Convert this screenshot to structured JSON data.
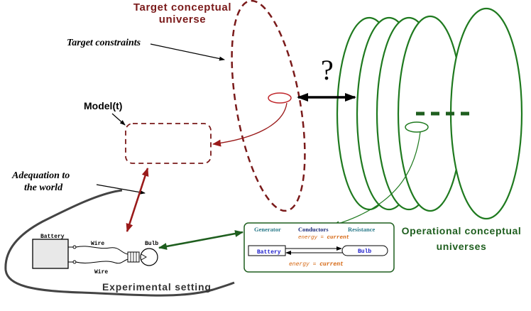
{
  "labels": {
    "target_universe_line1": "Target conceptual",
    "target_universe_line2": "universe",
    "target_constraints": "Target constraints",
    "model": "Model(t)",
    "adequation_line1": "Adequation to",
    "adequation_line2": "the world",
    "question_mark": "?",
    "operational_line1": "Operational conceptual",
    "operational_line2": "universes",
    "experimental_setting": "Experimental setting"
  },
  "circuit": {
    "battery": "Battery",
    "wire_top": "Wire",
    "wire_bottom": "Wire",
    "bulb": "Bulb"
  },
  "concept_box": {
    "generator": "Generator",
    "conductors": "Conductors",
    "resistance": "Resistance",
    "energy_top_prefix": "energy = ",
    "energy_top_value": "current",
    "battery": "Battery",
    "bulb": "Bulb",
    "energy_bottom_prefix": "energy = ",
    "energy_bottom_value": "current"
  },
  "colors": {
    "dark_red": "#7a1a1a",
    "green": "#1f7a1f",
    "dark_green": "#1e5e1e",
    "orange": "#d4620a",
    "blue_label": "#1a1acc",
    "teal_label": "#2a7a8a",
    "navy_label": "#1a2a7a",
    "black": "#000000"
  }
}
